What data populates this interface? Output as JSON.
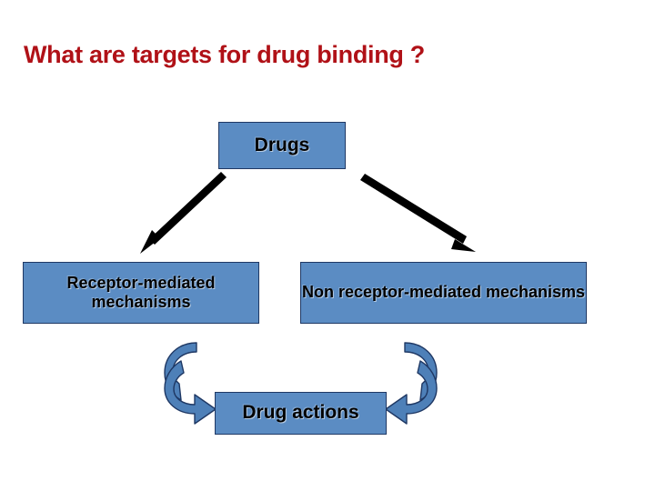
{
  "slide": {
    "title": "What are targets for drug binding ?",
    "background_color": "#FFFFFF",
    "title_color": "#B01117"
  },
  "theme": {
    "box_fill": "#5B8CC3",
    "box_border": "#1F3864",
    "box_text_color": "#000000",
    "straight_arrow_color": "#000000",
    "curved_arrow_fill": "#4E80B8",
    "curved_arrow_border": "#1F3864"
  },
  "diagram": {
    "type": "flowchart",
    "nodes": [
      {
        "id": "drugs",
        "label": "Drugs"
      },
      {
        "id": "receptor",
        "label": "Receptor-mediated mechanisms"
      },
      {
        "id": "nonreceptor",
        "label": "Non receptor-mediated mechanisms"
      },
      {
        "id": "actions",
        "label": "Drug actions"
      }
    ],
    "edges": [
      {
        "from": "drugs",
        "to": "receptor",
        "style": "straight-arrow",
        "direction": "down-left"
      },
      {
        "from": "drugs",
        "to": "nonreceptor",
        "style": "straight-arrow",
        "direction": "down-right"
      },
      {
        "from": "receptor",
        "to": "actions",
        "style": "curved-arrow",
        "direction": "down-right"
      },
      {
        "from": "nonreceptor",
        "to": "actions",
        "style": "curved-arrow",
        "direction": "down-left"
      }
    ]
  }
}
